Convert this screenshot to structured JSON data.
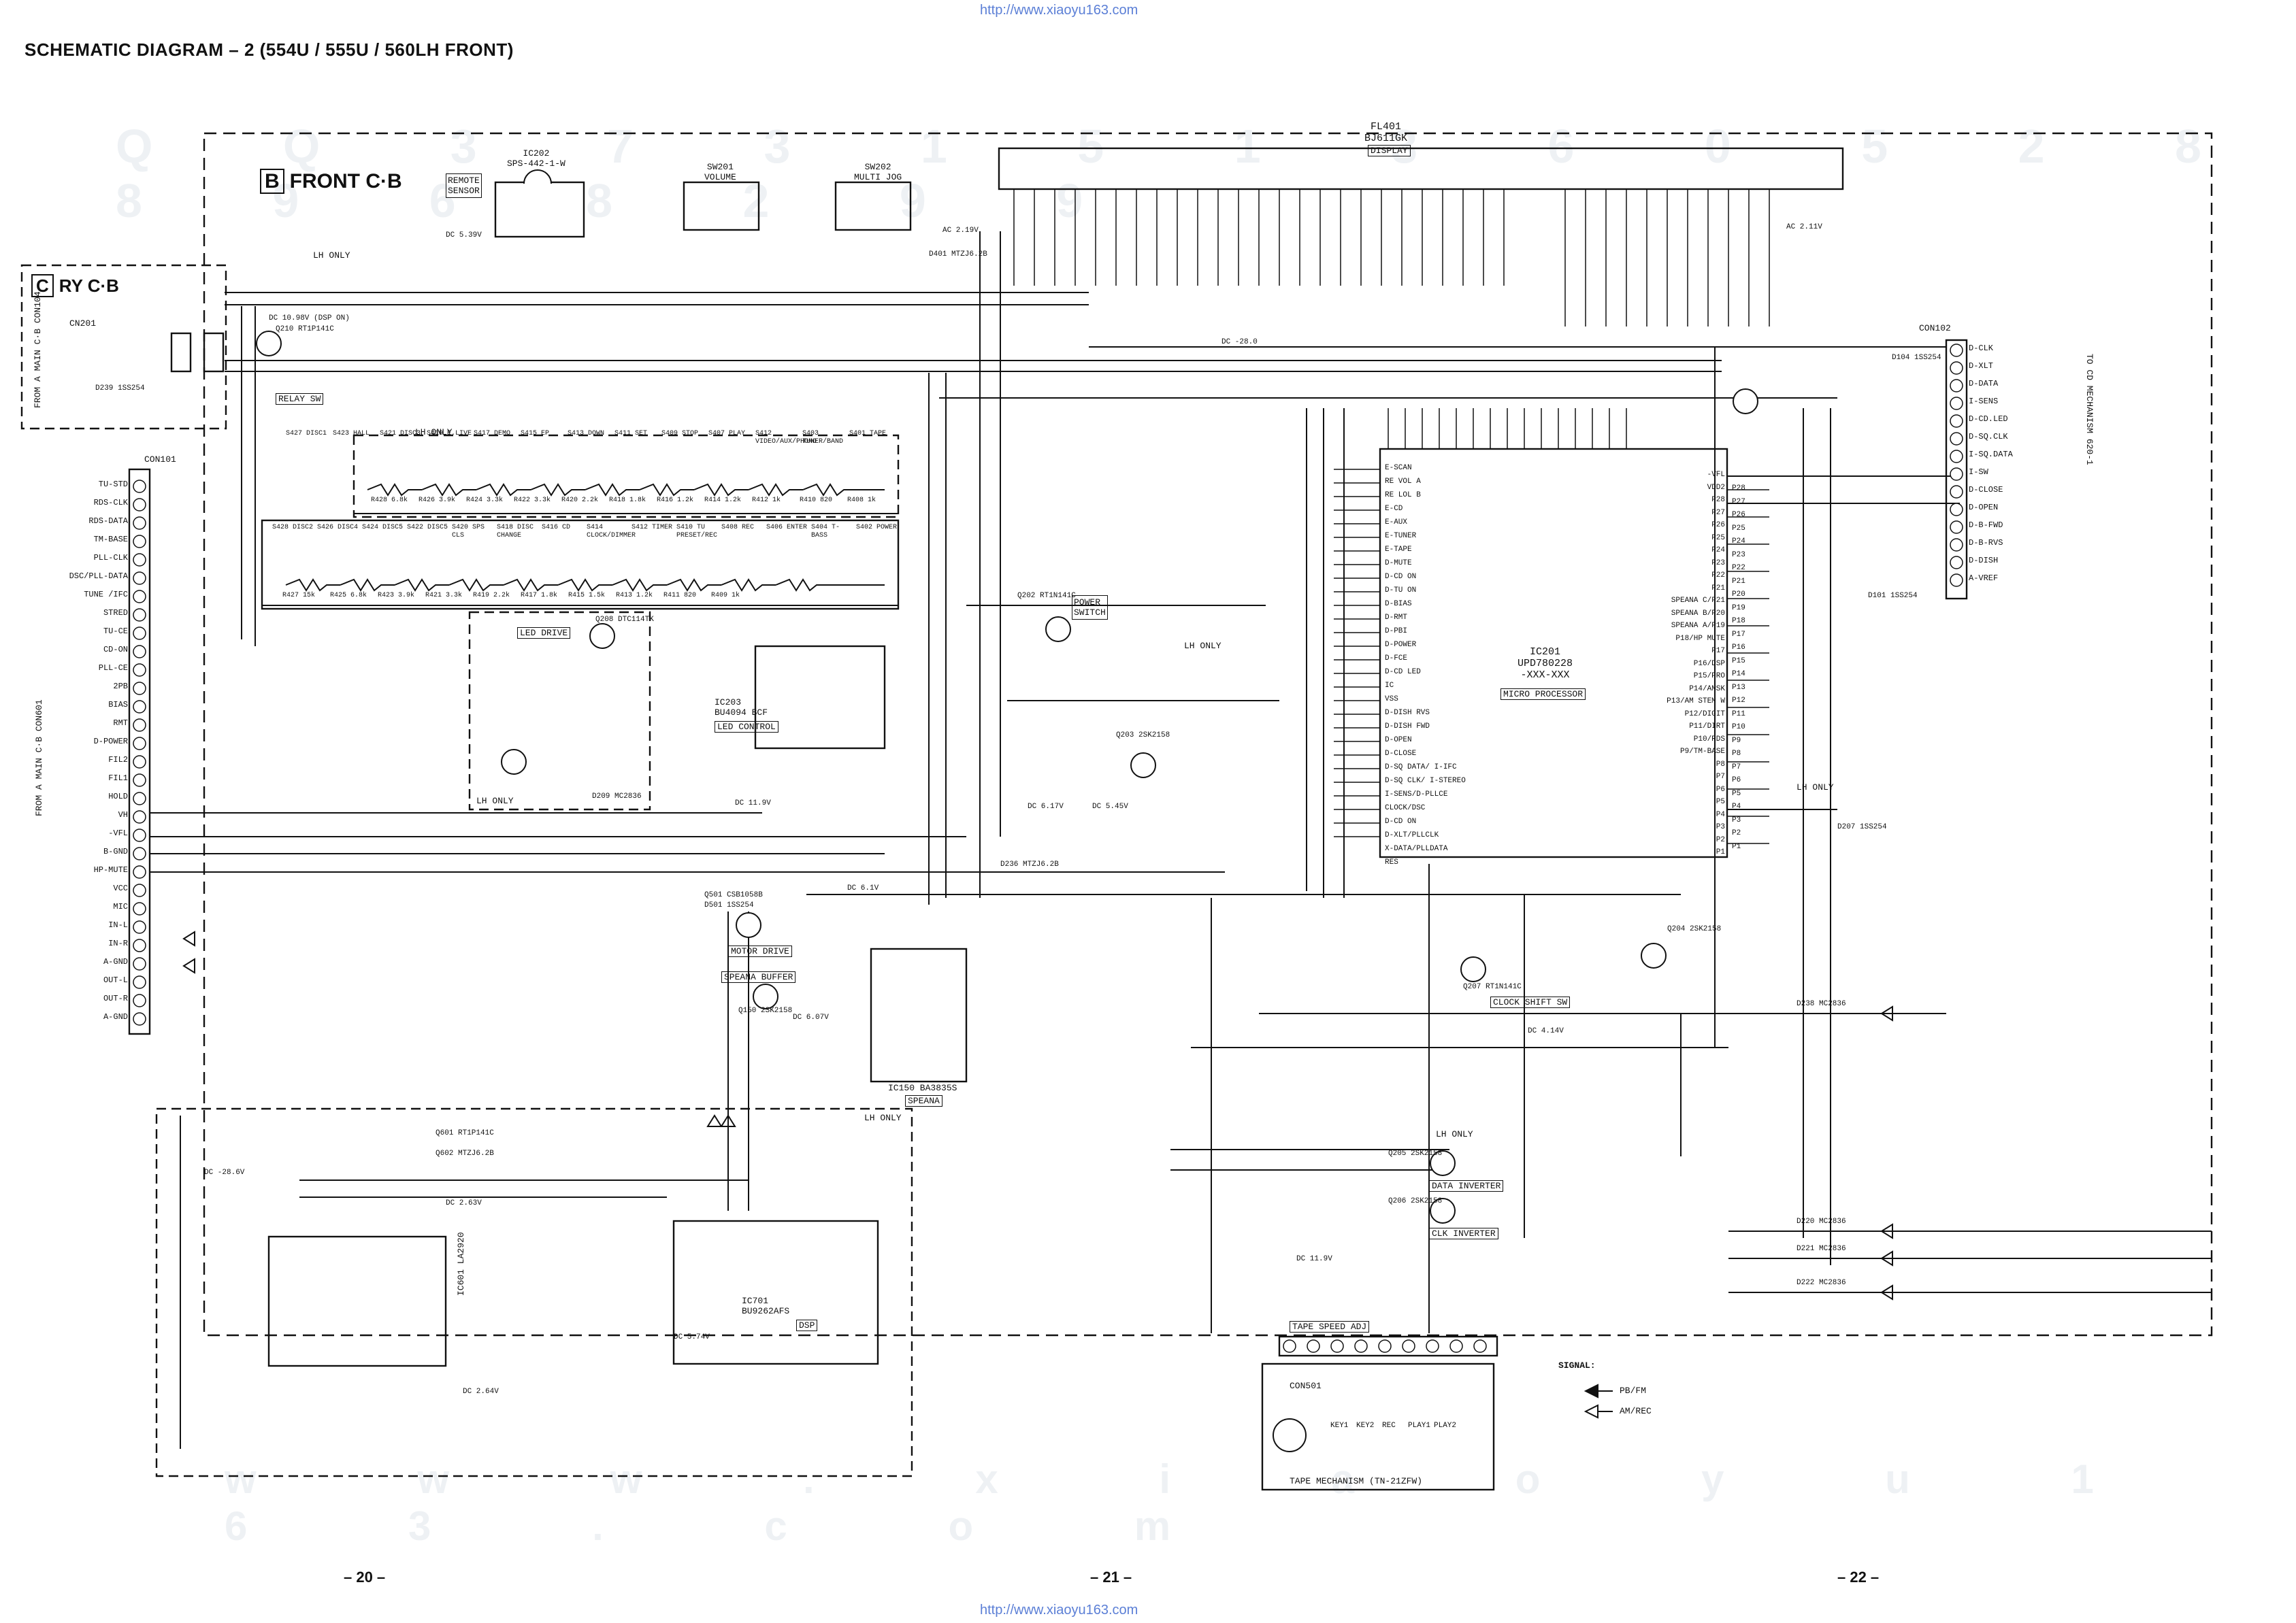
{
  "header": {
    "title": "SCHEMATIC DIAGRAM – 2  (554U / 555U / 560LH  FRONT)",
    "watermark": "http://www.xiaoyu163.com"
  },
  "pages": [
    "– 20 –",
    "– 21 –",
    "– 22 –"
  ],
  "boards": {
    "front": {
      "letter": "B",
      "name": "FRONT C·B"
    },
    "relay": {
      "letter": "C",
      "name": "RY C·B",
      "connector": "CN201",
      "from_label": "FROM A MAIN C·B CON104"
    }
  },
  "components": {
    "ic202": "IC202\nSPS-442-1-W",
    "remote": "REMOTE\nSENSOR",
    "sw201": "SW201\nVOLUME",
    "sw202": "SW202\nMULTI JOG",
    "fl401": "FL401\nBJ611GK",
    "display": "DISPLAY",
    "ic201": "IC201\nUPD780228\n-XXX-XXX",
    "micro": "MICRO PROCESSOR",
    "ic203": "IC203\nBU4094 BCF",
    "led_ctrl": "LED CONTROL",
    "ic150": "IC150 BA3835S",
    "speana": "SPEANA",
    "ic701": "IC701\nBU9262AFS",
    "dsp": "DSP",
    "ic601": "IC601\nLA2920",
    "tape_mech": "TAPE MECHANISM (TN-21ZFW)",
    "con501": "CON501",
    "con102": "CON102",
    "con101": "CON101",
    "to_cd": "TO CD MECHANISM 620-1",
    "from_main": "FROM A MAIN C·B CON601",
    "relay_sw": "RELAY SW",
    "led_drive": "LED DRIVE",
    "power_switch": "POWER\nSWITCH",
    "motor_drive": "MOTOR DRIVE",
    "speana_buffer": "SPEANA BUFFER",
    "data_inverter": "DATA INVERTER",
    "clk_inverter": "CLK INVERTER",
    "clock_shift": "CLOCK SHIFT SW",
    "tape_speed": "TAPE SPEED ADJ",
    "lh_only": "LH ONLY"
  },
  "con101_pins": [
    "TU-STD",
    "RDS-CLK",
    "RDS-DATA",
    "TM-BASE",
    "PLL-CLK",
    "DSC/PLL-DATA",
    "TUNE /IFC",
    "STRED",
    "TU-CE",
    "CD-ON",
    "PLL-CE",
    "2PB",
    "BIAS",
    "RMT",
    "D-POWER",
    "FIL2",
    "FIL1",
    "HOLD",
    "VH",
    "-VFL",
    "B-GND",
    "HP-MUTE",
    "VCC",
    "MIC",
    "IN-L",
    "IN-R",
    "A-GND",
    "OUT-L",
    "OUT-R",
    "A-GND"
  ],
  "con102_pins": [
    "D-CLK",
    "D-XLT",
    "D-DATA",
    "I-SENS",
    "D-CD.LED",
    "D-SQ.CLK",
    "I-SQ.DATA",
    "I-SW",
    "D-CLOSE",
    "D-OPEN",
    "D-B-FWD",
    "D-B-RVS",
    "D-DISH",
    "A-VREF"
  ],
  "ic201_left_pins": [
    "E-SCAN",
    "RE VOL A",
    "RE LOL B",
    "E-CD",
    "E-AUX",
    "E-TUNER",
    "E-TAPE",
    "D-MUTE",
    "D-CD ON",
    "D-TU ON",
    "D-BIAS",
    "D-RMT",
    "D-PBI",
    "D-POWER",
    "D-FCE",
    "D-CD LED",
    "IC",
    "VSS",
    "D-DISH RVS",
    "D-DISH FWD",
    "D-OPEN",
    "D-CLOSE",
    "D-SQ DATA/ I-IFC",
    "D-SQ CLK/ I-STEREO",
    "I-SENS/D-PLLCE",
    "CLOCK/DSC",
    "D-CD ON",
    "D-XLT/PLLCLK",
    "X-DATA/PLLDATA",
    "RES"
  ],
  "ic201_right_pins": [
    "P28",
    "P27",
    "P26",
    "P25",
    "P24",
    "P23",
    "P22",
    "P21",
    "P20",
    "P19",
    "P18",
    "P17",
    "P16",
    "P15",
    "P14",
    "P13",
    "P12",
    "P11",
    "P10",
    "P9",
    "P8",
    "P7",
    "P6",
    "P5",
    "P4",
    "P3",
    "P2",
    "P1"
  ],
  "ic201_right_labels": [
    "-VFL",
    "VDD2",
    "P28",
    "P27",
    "P26",
    "P25",
    "P24",
    "P23",
    "P22",
    "P21",
    "SPEANA C/P21",
    "SPEANA B/P20",
    "SPEANA A/P19",
    "P18/HP MUTE",
    "P17",
    "P16/DSP",
    "P15/PRO",
    "P14/AMSK",
    "P13/AM STEM W",
    "P12/DIGIT",
    "P11/DIRT",
    "P10/RDS",
    "P9/TM-BASE",
    "P8",
    "P7",
    "P6",
    "P5",
    "P4",
    "P3",
    "P2",
    "P1"
  ],
  "switches_top": [
    "S427 DISC1",
    "S423 HALL",
    "S421 DISC3",
    "S419 E.LIVE",
    "S417 DEMO",
    "S415 EP",
    "S413 DOWN",
    "S411 SET",
    "S409 STOP",
    "S407 PLAY",
    "S412 VIDEO/AUX/PHONO",
    "S403 TUNER/BAND",
    "S401 TAPE"
  ],
  "switches_bottom": [
    "S428 DISC2",
    "S426 DISC4",
    "S424 DISC5",
    "S422 DISC5",
    "S420 SPS CLS",
    "S418 DISC CHANGE",
    "S416 CD",
    "S414 CLOCK/DIMMER",
    "S412 TIMER",
    "S410 TU PRESET/REC",
    "S408 REC",
    "S406 ENTER",
    "S404 T-BASS",
    "S402 POWER"
  ],
  "resistors": [
    "R428 6.8k",
    "R426 3.9k",
    "R424 3.3k",
    "R422 3.3k",
    "R420 2.2k",
    "R418 1.8k",
    "R416 1.2k",
    "R414 1.2k",
    "R412 1k",
    "R410 820",
    "R408 1k",
    "R427 15k",
    "R425 6.8k",
    "R423 3.9k",
    "R421 3.3k",
    "R419 2.2k",
    "R417 1.8k",
    "R415 1.5k",
    "R413 1.2k",
    "R411 820",
    "R409 1k"
  ],
  "transistors": [
    "Q210 RT1P141C",
    "Q208 DTC114TK",
    "Q202 RT1N141C",
    "Q203 2SK2158",
    "Q204 2SK2158",
    "Q205 2SK2158",
    "Q206 2SK2158",
    "Q207 RT1N141C",
    "Q501 CSB1058B",
    "Q150 2SK2158",
    "Q601 RT1P141C",
    "Q602 MTZJ6.2B"
  ],
  "diodes": [
    "D239 1SS254",
    "D104 1SS254",
    "D101 1SS254",
    "D207 1SS254",
    "D238 MC2836",
    "D220 MC2836",
    "D221 MC2836",
    "D222 MC2836",
    "D401 MTZJ6.2B",
    "D236 MTZJ6.2B",
    "D501 1SS254",
    "D209 MC2836"
  ],
  "voltages": [
    "DC 5.39V",
    "DC 10.98V (DSP ON)",
    "AC 2.19V",
    "AC 2.11V",
    "DC -28.0",
    "DC 11.9V",
    "DC 6.17V",
    "DC 5.45V",
    "DC 6.1V",
    "DC 6.07V",
    "DC 4.14V",
    "DC 5.74V",
    "DC 2.64V",
    "DC -28.6V",
    "DC 2.63V",
    "DC 11.9V"
  ],
  "signal_legend": {
    "title": "SIGNAL:",
    "pb": "PB/FM",
    "rec": "AM/REC"
  },
  "tape_switches": [
    "KEY1",
    "KEY2",
    "REC",
    "PLAY1",
    "PLAY2"
  ],
  "ghost_row_top": "Q Q 3 7 3 1 5 1 3 6 0 5 2 8 8 9 6 8 2 9 9",
  "ghost_row_bottom": "w w w . x i a o y u 1 6 3 . c o m"
}
